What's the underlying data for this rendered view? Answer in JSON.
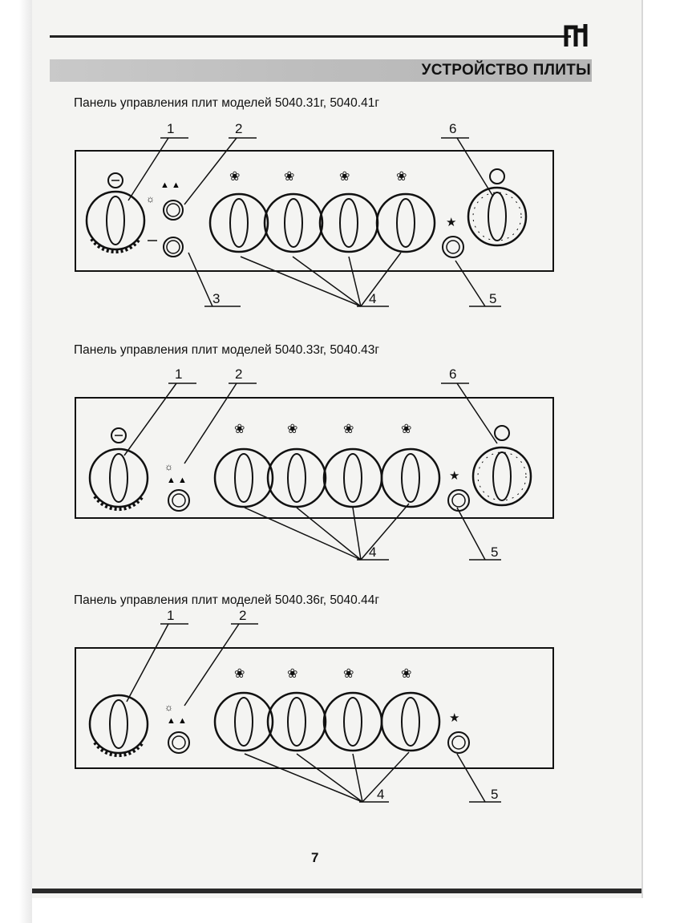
{
  "header": {
    "title": "УСТРОЙСТВО ПЛИТЫ",
    "logo_icon": "brand-logo-icon"
  },
  "panels": [
    {
      "caption": "Панель управления плит моделей 5040.31г, 5040.41г",
      "callouts": [
        "1",
        "2",
        "3",
        "4",
        "5",
        "6"
      ]
    },
    {
      "caption": "Панель управления плит моделей 5040.33г, 5040.43г",
      "callouts": [
        "1",
        "2",
        "4",
        "5",
        "6"
      ]
    },
    {
      "caption": "Панель управления плит моделей 5040.36г, 5040.44г",
      "callouts": [
        "1",
        "2",
        "4",
        "5"
      ]
    }
  ],
  "icons": {
    "burner": "burner-symbol-icon",
    "star": "star-icon",
    "timer": "timer-icon",
    "oven": "oven-symbol-icon",
    "light": "light-icon"
  },
  "footer": {
    "page_number": "7"
  }
}
